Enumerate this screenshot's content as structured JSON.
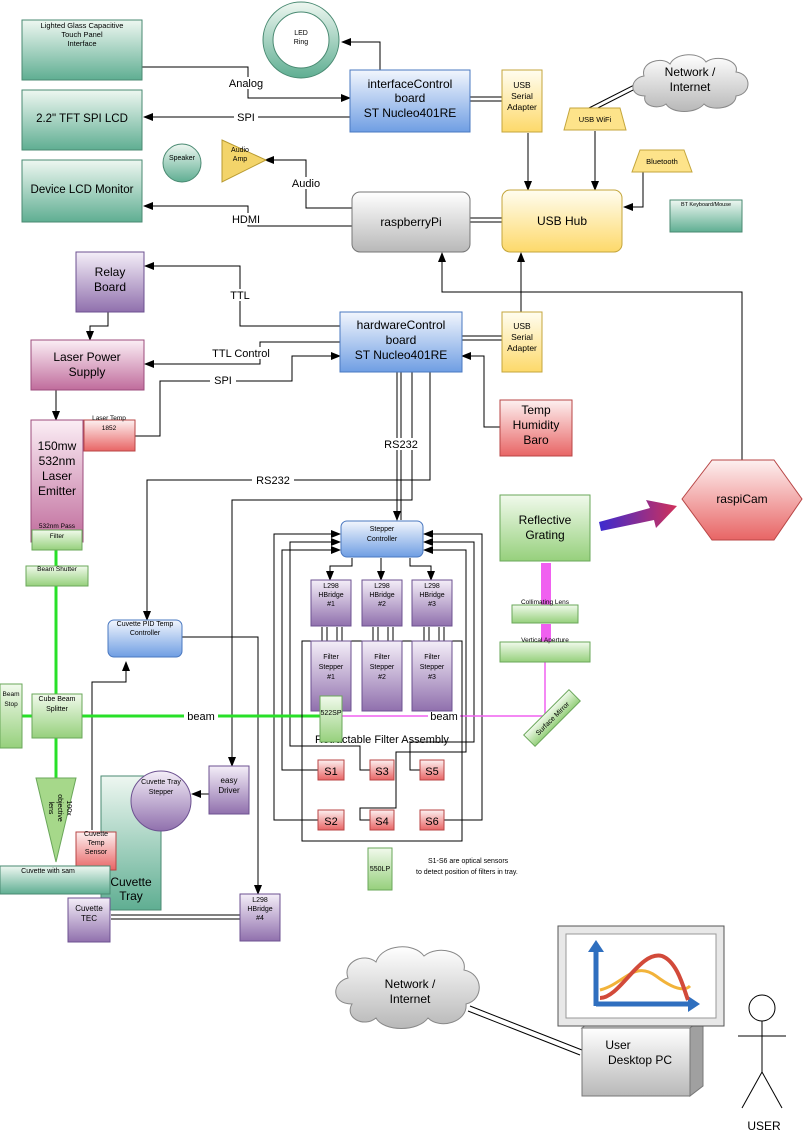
{
  "blocks": {
    "touch_panel": [
      "Lighted Glass Capacitive",
      "Touch Panel",
      "Interface"
    ],
    "tft_lcd": "2.2\" TFT SPI LCD",
    "device_lcd": "Device LCD Monitor",
    "speaker": "Speaker",
    "audio_amp": [
      "Audio",
      "Amp"
    ],
    "led_ring": [
      "LED",
      "Ring"
    ],
    "interface_control": [
      "interfaceControl",
      "board",
      "ST Nucleo401RE"
    ],
    "usb_serial_top": [
      "USB",
      "Serial",
      "Adapter"
    ],
    "usb_wifi": "USB WiFi",
    "network_top": [
      "Network /",
      "Internet"
    ],
    "bluetooth": "Bluetooth",
    "bt_keyboard": "BT Keyboard/Mouse",
    "raspberry_pi": "raspberryPi",
    "usb_hub": "USB Hub",
    "relay_board": [
      "Relay",
      "Board"
    ],
    "laser_power": [
      "Laser Power",
      "Supply"
    ],
    "hardware_control": [
      "hardwareControl",
      "board",
      "ST Nucleo401RE"
    ],
    "usb_serial_mid": [
      "USB",
      "Serial",
      "Adapter"
    ],
    "laser_temp": [
      "Laser Temp",
      "1852"
    ],
    "laser_emitter": [
      "150mw",
      "532nm",
      "Laser",
      "Emitter"
    ],
    "temp_humidity": [
      "Temp",
      "Humidity",
      "Baro"
    ],
    "raspicam": "raspiCam",
    "pass_filter": [
      "532nm Pass",
      "Filter"
    ],
    "beam_shutter": "Beam Shutter",
    "stepper_controller": [
      "Stepper",
      "Controller"
    ],
    "reflective_grating": [
      "Reflective",
      "Grating"
    ],
    "hbridge1": [
      "L298",
      "HBridge",
      "#1"
    ],
    "hbridge2": [
      "L298",
      "HBridge",
      "#2"
    ],
    "hbridge3": [
      "L298",
      "HBridge",
      "#3"
    ],
    "collimating_lens": "Collimating Lens",
    "cuvette_pid": [
      "Cuvette PID Temp",
      "Controller"
    ],
    "vertical_aperture": "Vertical Aperture",
    "filter_stepper1": [
      "Filter",
      "Stepper",
      "#1"
    ],
    "filter_stepper2": [
      "Filter",
      "Stepper",
      "#2"
    ],
    "filter_stepper3": [
      "Filter",
      "Stepper",
      "#3"
    ],
    "beam_stop": [
      "Beam",
      "Stop"
    ],
    "cube_splitter": [
      "Cube Beam",
      "Splitter"
    ],
    "filter_522": "522SP",
    "surface_mirror": "Surface Mirror",
    "retractable_assembly": "Retractable Filter Assembly",
    "s1": "S1",
    "s2": "S2",
    "s3": "S3",
    "s4": "S4",
    "s5": "S5",
    "s6": "S6",
    "easy_driver": [
      "easy",
      "Driver"
    ],
    "cuvette_tray_stepper": [
      "Cuvette Tray",
      "Stepper"
    ],
    "objective_lens": [
      "100x",
      "objective",
      "lens"
    ],
    "cuvette_temp_sensor": [
      "Cuvette",
      "Temp",
      "Sensor"
    ],
    "cuvette_sample": "Cuvette with sam",
    "cuvette_tray": [
      "Cuvette",
      "Tray"
    ],
    "cuvette_tec": [
      "Cuvette",
      "TEC"
    ],
    "hbridge4": [
      "L298",
      "HBridge",
      "#4"
    ],
    "filter_550": "550LP",
    "sensor_note": [
      "S1-S6 are optical sensors",
      "to detect position of filters in tray."
    ],
    "network_bottom": [
      "Network /",
      "Internet"
    ],
    "user_pc": [
      "User",
      "Desktop PC"
    ],
    "user": "USER"
  },
  "links": {
    "analog": "Analog",
    "spi_top": "SPI",
    "audio": "Audio",
    "hdmi": "HDMI",
    "ttl": "TTL",
    "ttl_control": "TTL Control",
    "spi_mid": "SPI",
    "rs232_a": "RS232",
    "rs232_b": "RS232",
    "beam_left": "beam",
    "beam_right": "beam"
  },
  "colors": {
    "green_box": "#5fae92",
    "blue_box": "#6f9ee3",
    "yellow_box": "#fde38a",
    "purple_box": "#9978b2",
    "pink_box": "#c97aa6",
    "red_box": "#ec7a7a",
    "light_green_box": "#a6d88a",
    "beam_green": "#28e028",
    "beam_magenta": "#f060f0"
  }
}
